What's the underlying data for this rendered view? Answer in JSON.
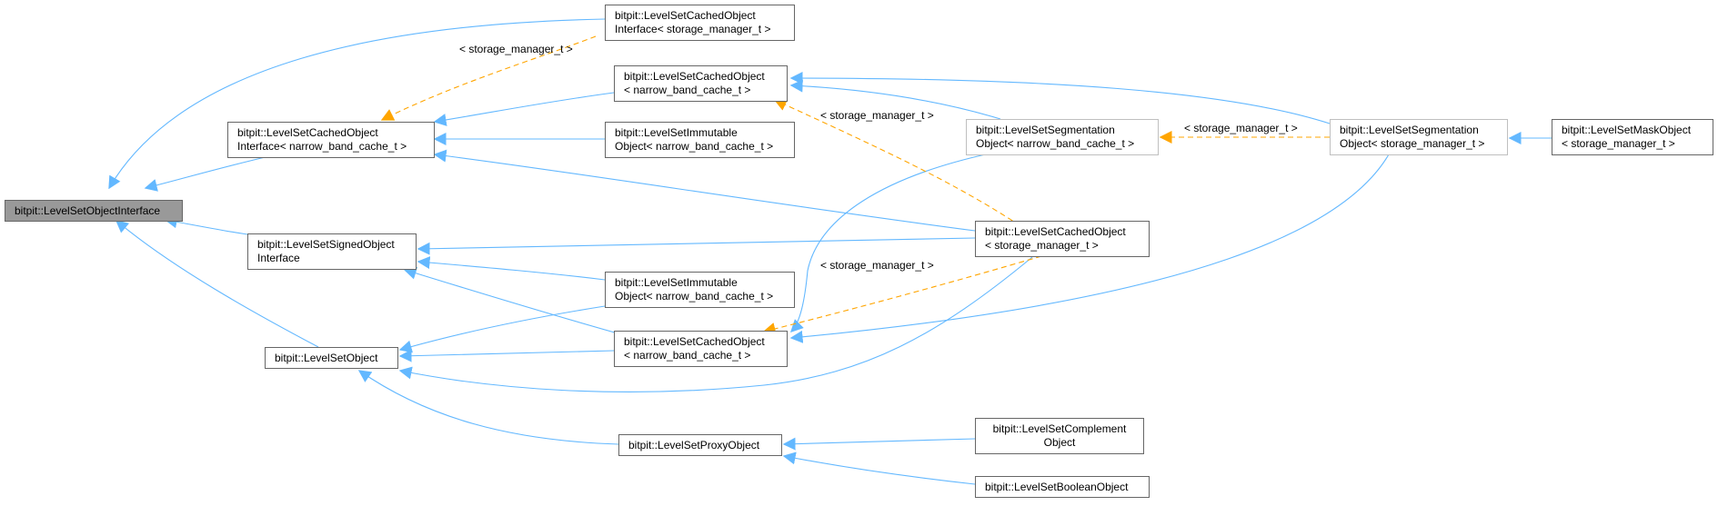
{
  "nodes": {
    "root": [
      "bitpit::LevelSetObjectInterface"
    ],
    "cached_iface_sm": [
      "bitpit::LevelSetCachedObject",
      "Interface< storage_manager_t >"
    ],
    "cached_iface_nb": [
      "bitpit::LevelSetCachedObject",
      "Interface< narrow_band_cache_t >"
    ],
    "cached_nb_top": [
      "bitpit::LevelSetCachedObject",
      "< narrow_band_cache_t >"
    ],
    "immutable_top": [
      "bitpit::LevelSetImmutable",
      "Object< narrow_band_cache_t >"
    ],
    "seg_nb": [
      "bitpit::LevelSetSegmentation",
      "Object< narrow_band_cache_t >"
    ],
    "seg_sm": [
      "bitpit::LevelSetSegmentation",
      "Object< storage_manager_t >"
    ],
    "mask_sm": [
      "bitpit::LevelSetMaskObject",
      "< storage_manager_t >"
    ],
    "signed_iface": [
      "bitpit::LevelSetSignedObject",
      "Interface"
    ],
    "cached_sm": [
      "bitpit::LevelSetCachedObject",
      "< storage_manager_t >"
    ],
    "immutable_bot": [
      "bitpit::LevelSetImmutable",
      "Object< narrow_band_cache_t >"
    ],
    "cached_nb_bot": [
      "bitpit::LevelSetCachedObject",
      "< narrow_band_cache_t >"
    ],
    "levelset_object": [
      "bitpit::LevelSetObject"
    ],
    "proxy": [
      "bitpit::LevelSetProxyObject"
    ],
    "complement": [
      "bitpit::LevelSetComplement",
      "Object"
    ],
    "boolean": [
      "bitpit::LevelSetBooleanObject"
    ]
  },
  "edge_labels": {
    "l1": "< storage_manager_t >",
    "l2": "< storage_manager_t >",
    "l3": "< storage_manager_t >",
    "l4": "< storage_manager_t >"
  },
  "colors": {
    "inheritance": "#63b8ff",
    "template": "#ffa500",
    "node_border": "#666666",
    "root_fill": "#999999"
  }
}
